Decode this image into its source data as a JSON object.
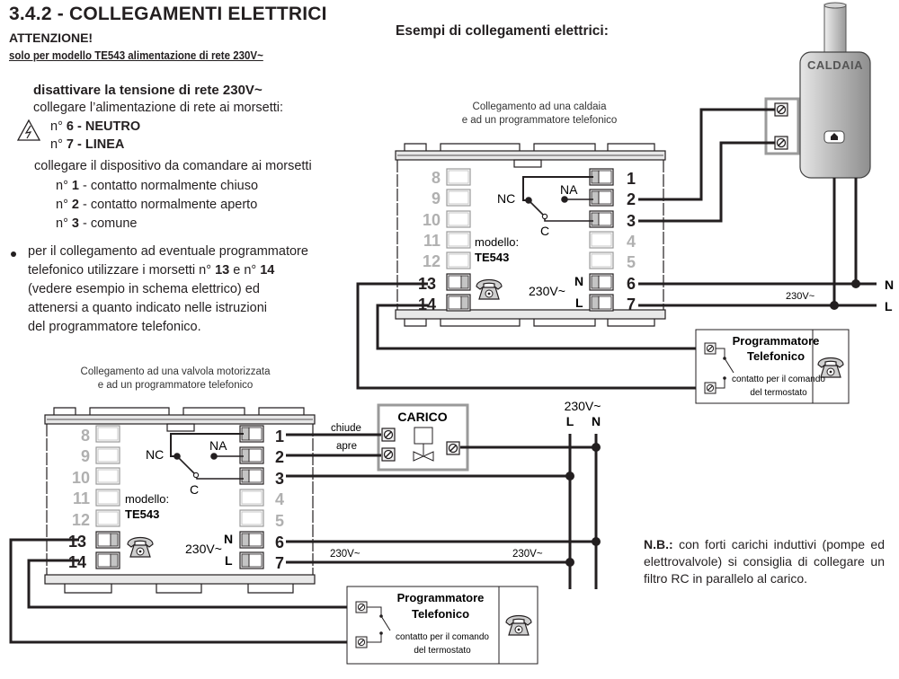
{
  "header": {
    "title": "3.4.2 - COLLEGAMENTI ELETTRICI",
    "attention": "ATTENZIONE!",
    "model_note": "solo per modello TE543 alimentazione di rete 230V~"
  },
  "instructions": {
    "disable": "disattivare la tensione di rete 230V~",
    "connect_power": "collegare l’alimentazione di rete ai morsetti:",
    "power_terminals": [
      {
        "prefix": "n° ",
        "num": "6",
        "label": " - NEUTRO"
      },
      {
        "prefix": "n° ",
        "num": "7",
        "label": " - LINEA"
      }
    ],
    "connect_device": "collegare il dispositivo da comandare ai morsetti",
    "device_terminals": [
      {
        "prefix": "n° ",
        "num": "1",
        "label": " - contatto normalmente chiuso"
      },
      {
        "prefix": "n° ",
        "num": "2",
        "label": " - contatto normalmente aperto"
      },
      {
        "prefix": "n° ",
        "num": "3",
        "label": " - comune"
      }
    ],
    "bullet": {
      "line1": "per il collegamento ad eventuale programmatore",
      "line2_a": "telefonico utilizzare i morsetti n° ",
      "line2_b": "13",
      "line2_c": " e n° ",
      "line2_d": "14",
      "line3": "(vedere esempio in schema elettrico) ed",
      "line4": "attenersi a quanto indicato nelle istruzioni",
      "line5": "del programmatore telefonico."
    }
  },
  "examples": {
    "title": "Esempi di collegamenti elettrici:",
    "diagram_boiler": {
      "caption_1": "Collegamento ad una caldaia",
      "caption_2": "e ad un programmatore telefonico",
      "boiler_label": "CALDAIA",
      "supply_label": "230V~",
      "bus_n": "N",
      "bus_l": "L"
    },
    "diagram_valve": {
      "caption_1": "Collegamento ad una valvola motorizzata",
      "caption_2": "e ad un programmatore telefonico",
      "load_label": "CARICO",
      "wire_close": "chiude",
      "wire_open": "apre",
      "supply_label": "230V~",
      "bus_l": "L",
      "bus_n": "N",
      "line_label_left": "230V~",
      "line_label_right": "230V~"
    },
    "thermostat": {
      "left_terminals": [
        "8",
        "9",
        "10",
        "11",
        "12",
        "13",
        "14"
      ],
      "right_terminals": [
        "1",
        "2",
        "3",
        "4",
        "5",
        "6",
        "7"
      ],
      "nc": "NC",
      "na": "NA",
      "c": "C",
      "model_label": "modello:",
      "model": "TE543",
      "supply": "230V~",
      "n": "N",
      "l": "L"
    },
    "phone_programmer": {
      "title_1": "Programmatore",
      "title_2": "Telefonico",
      "note_1": "contatto per il comando",
      "note_2": "del termostato"
    }
  },
  "note": {
    "bold": "N.B.:",
    "text": " con forti carichi induttivi (pompe ed elettrovalvole) si consiglia di collegare un filtro RC in parallelo al carico."
  },
  "colors": {
    "text": "#231f20",
    "inactive_terminal_text": "#b0b0b0",
    "boiler_gray": "#c8c8c8",
    "frame_gray": "#9a9a9a"
  }
}
